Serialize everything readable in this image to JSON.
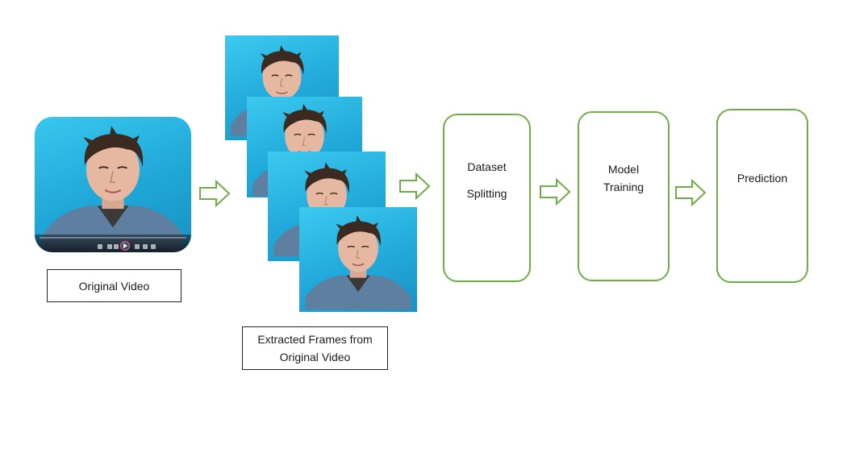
{
  "video": {
    "caption": "Original Video"
  },
  "frames": {
    "caption_line1": "Extracted Frames from",
    "caption_line2": "Original Video"
  },
  "stages": {
    "dataset": {
      "line1": "Dataset",
      "line2": "Splitting"
    },
    "model": {
      "line1": "Model",
      "line2": "Training"
    },
    "prediction": {
      "line1": "Prediction"
    }
  },
  "colors": {
    "accent": "#70ad47",
    "sky": "#21a9da",
    "arrow_fill": "#ffffff"
  },
  "icons": {
    "flow_arrow": "right-block-arrow-icon",
    "play": "play-icon"
  }
}
